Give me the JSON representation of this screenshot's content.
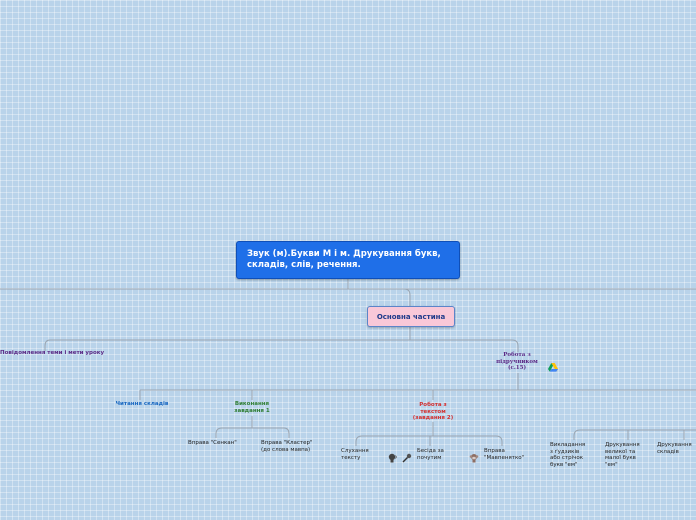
{
  "root": {
    "title": "Звук (м).Букви М і м. Друкування букв, складів, слів, речення."
  },
  "main_part": {
    "label": "Основна частина"
  },
  "branches": {
    "topic": "Повідомлення теми і мети уроку",
    "textbook": "Робота з підручником (с.15)",
    "reading": "Читання складів",
    "task1": "Виконання завдання 1",
    "task2": "Робота з текстом (завдання 2)"
  },
  "leaves": {
    "cinquain": "Вправа \"Сенкан\"",
    "cluster": "Вправа \"Кластер\" (до слова мавпа)",
    "listening": "Слухання тексту",
    "conversation": "Бесіда за почутим",
    "parrot": "Вправа \"Мавпенятко\"",
    "laying_out": "Викладання з ґудзиків або стрічок букв \"ем\"",
    "printing_letters": "Друкування великої та малої букв \"ем\"",
    "printing_syllables": "Друкування складів"
  },
  "icons": {
    "drive": "google-drive-icon",
    "speaker": "speaker-head-icon",
    "microphone": "microphone-icon",
    "monkey": "monkey-icon"
  },
  "colors": {
    "root_bg": "#1f6fe8",
    "main_bg": "#f9c8d8",
    "topic": "#5b2a86",
    "reading": "#1565c0",
    "task1": "#2e7d32",
    "task2": "#d32f2f",
    "lines": "#9aa5b1"
  }
}
